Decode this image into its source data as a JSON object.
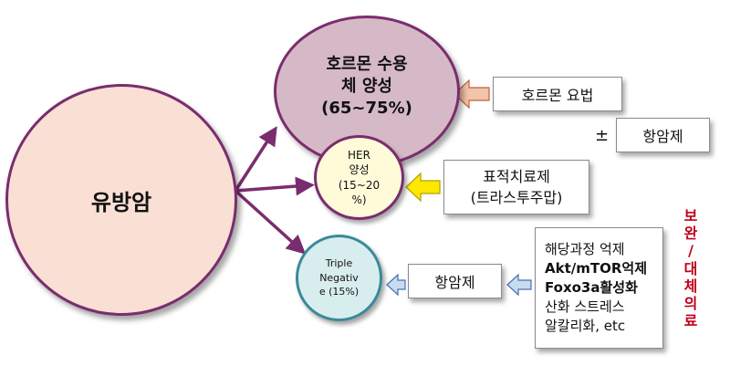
{
  "nodes": {
    "main": "유방암",
    "hormone_receptor": [
      "호르몬 수용",
      "체 양성",
      "(65~75%)"
    ],
    "her_positive": [
      "HER",
      "양성",
      "(15~20",
      "%)"
    ],
    "triple_negative": [
      "Triple",
      "Negativ",
      "e (15%)"
    ]
  },
  "treatments": {
    "hormone_therapy": "호르몬 요법",
    "plus_minus": "±",
    "chemo_1": "항암제",
    "targeted": [
      "표적치료제",
      "(트라스투주맙)"
    ],
    "chemo_2": "항암제",
    "alternative": [
      "해당과정 억제",
      "Akt/mTOR억제",
      "Foxo3a활성화",
      "산화 스트레스",
      "알칼리화, etc"
    ]
  },
  "side_label": [
    "보",
    "완",
    "/",
    "대",
    "체",
    "의",
    "료"
  ],
  "colors": {
    "main_fill": "#f9dfd4",
    "hormone_fill": "#d6b9c6",
    "her_fill": "#fffbd8",
    "tn_fill": "#d8eeee",
    "connector": "#7a2d6e",
    "side_label": "#c0001a",
    "arrow_peach": "#f2c4a8",
    "arrow_yellow": "#ffe800",
    "arrow_blue": "#c8dcf0"
  }
}
